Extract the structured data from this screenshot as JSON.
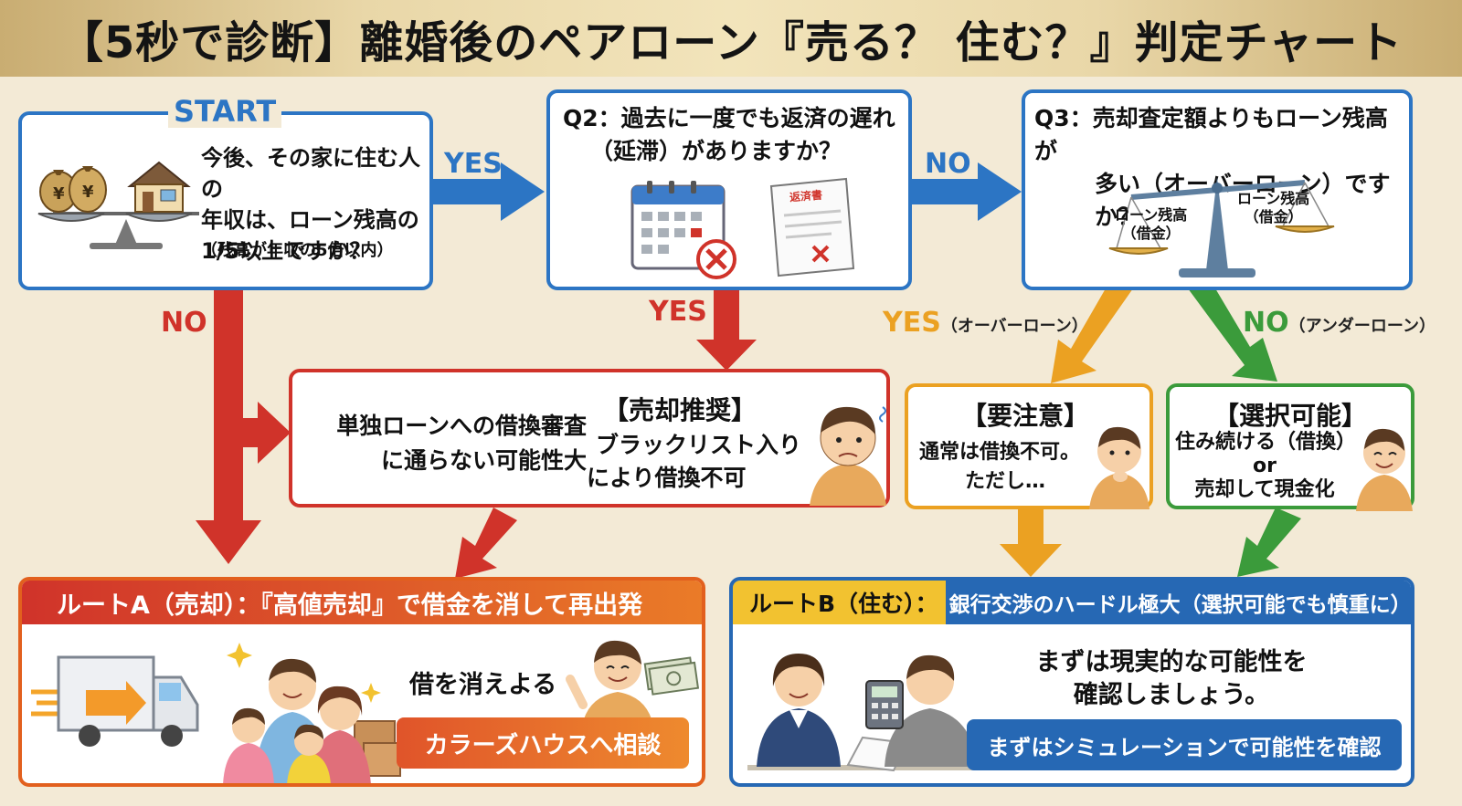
{
  "title": "【5秒で診断】離婚後のペアローン『売る？ 住む？』判定チャート",
  "start": {
    "label": "START",
    "question": [
      "今後、その家に住む人の",
      "年収は、ローン残高の",
      "1/5以上ですか？"
    ],
    "note": "（残高が年収の5倍以内）"
  },
  "q2": {
    "title": [
      "Q2：過去に一度でも返済の遅れ",
      "（延滞）がありますか？"
    ],
    "doc_label": "返済書"
  },
  "q3": {
    "title": [
      "Q3：売却査定額よりもローン残高が",
      "多い（オーバーローン）ですか？"
    ],
    "scale_left": [
      "ローン残高",
      "（借金）"
    ],
    "scale_right": [
      "ローン残高",
      "（借金）"
    ]
  },
  "arrows": {
    "start_yes": "YES",
    "start_no": "NO",
    "q2_yes": "YES",
    "q2_no": "NO",
    "q3_yes": "YES",
    "q3_yes_sub": "（オーバーローン）",
    "q3_no": "NO",
    "q3_no_sub": "（アンダーローン）"
  },
  "sell_box": {
    "left": [
      "単独ローンへの借換審査",
      "に通らない可能性大"
    ],
    "heading": "【売却推奨】",
    "body": [
      "ブラックリスト入り",
      "により借換不可"
    ]
  },
  "caution_box": {
    "heading": "【要注意】",
    "body": [
      "通常は借換不可。",
      "ただし…"
    ]
  },
  "choice_box": {
    "heading": "【選択可能】",
    "body": [
      "住み続ける（借換）",
      "or",
      "売却して現金化"
    ]
  },
  "route_a": {
    "header": "ルートA（売却）：『高値売却』で借金を消して再出発",
    "caption": "借を消えよる",
    "button": "カラーズハウスへ相談"
  },
  "route_b": {
    "header_left": "ルートB（住む）：",
    "header_right": "銀行交渉のハードル極大（選択可能でも慎重に）",
    "body": [
      "まずは現実的な可能性を",
      "確認しましょう。"
    ],
    "button": "まずはシミュレーションで可能性を確認"
  },
  "colors": {
    "blue": "#2c75c4",
    "red": "#d0332a",
    "orange": "#eba122",
    "green": "#3b9b3b",
    "route_a": "#e2601e",
    "route_b": "#2668b4",
    "background": "#f3ead6"
  }
}
